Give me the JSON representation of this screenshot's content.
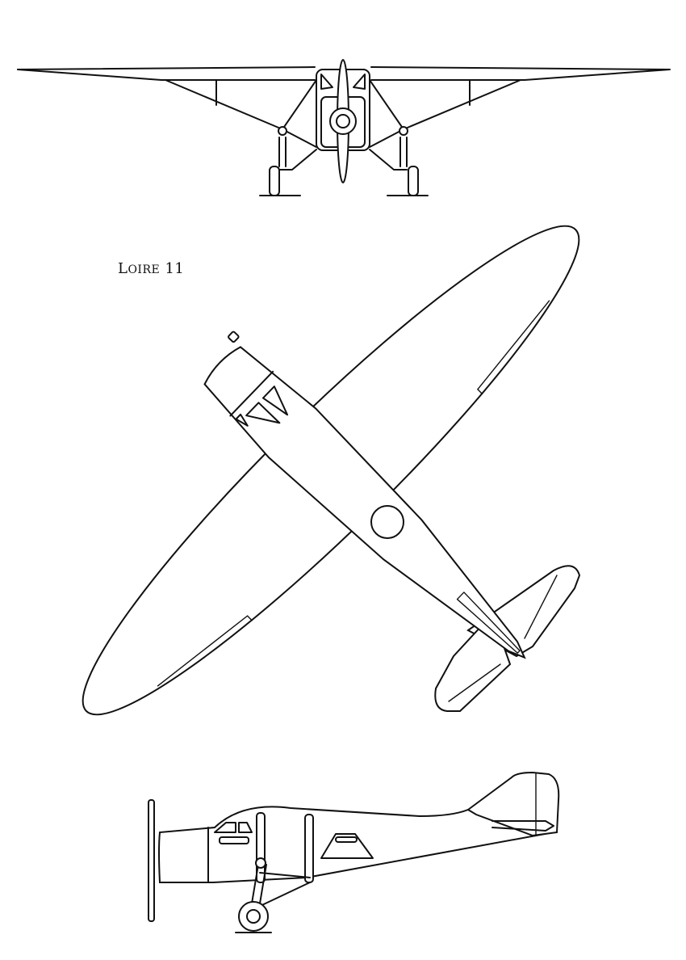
{
  "caption": {
    "initial": "L",
    "rest": "OIRE",
    "number": "11"
  },
  "colors": {
    "ink": "#111111",
    "paper": "#ffffff"
  },
  "views": [
    "front-view",
    "top-view",
    "side-view"
  ]
}
